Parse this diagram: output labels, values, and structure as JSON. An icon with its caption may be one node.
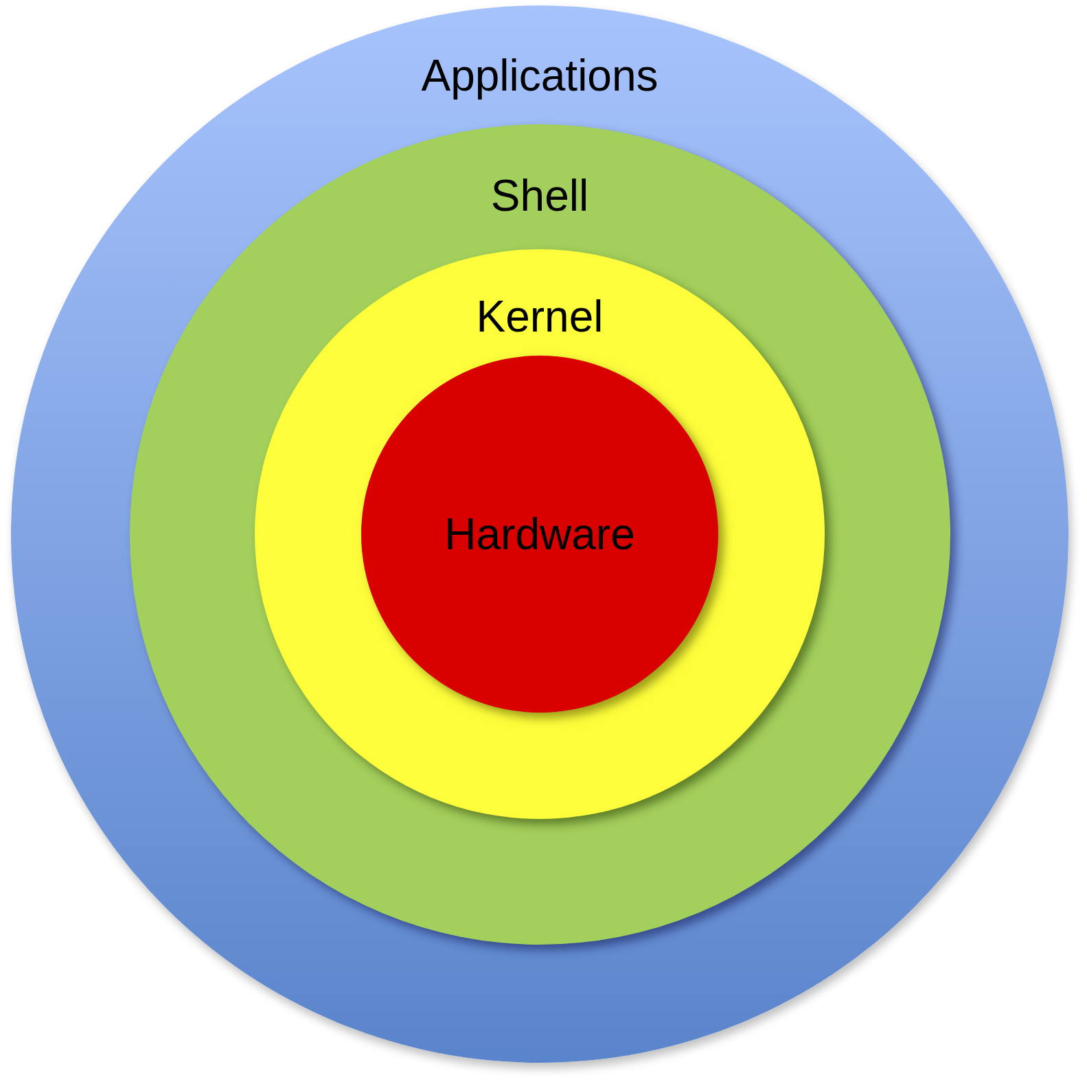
{
  "diagram": {
    "nodes": [
      {
        "text": [
          "Applications"
        ]
      },
      {
        "text": [
          "Shell"
        ],
        "in": 0
      },
      {
        "text": [
          "Kernel"
        ],
        "in": 1
      },
      {
        "text": [
          "Hardware"
        ],
        "in": 2
      }
    ]
  }
}
